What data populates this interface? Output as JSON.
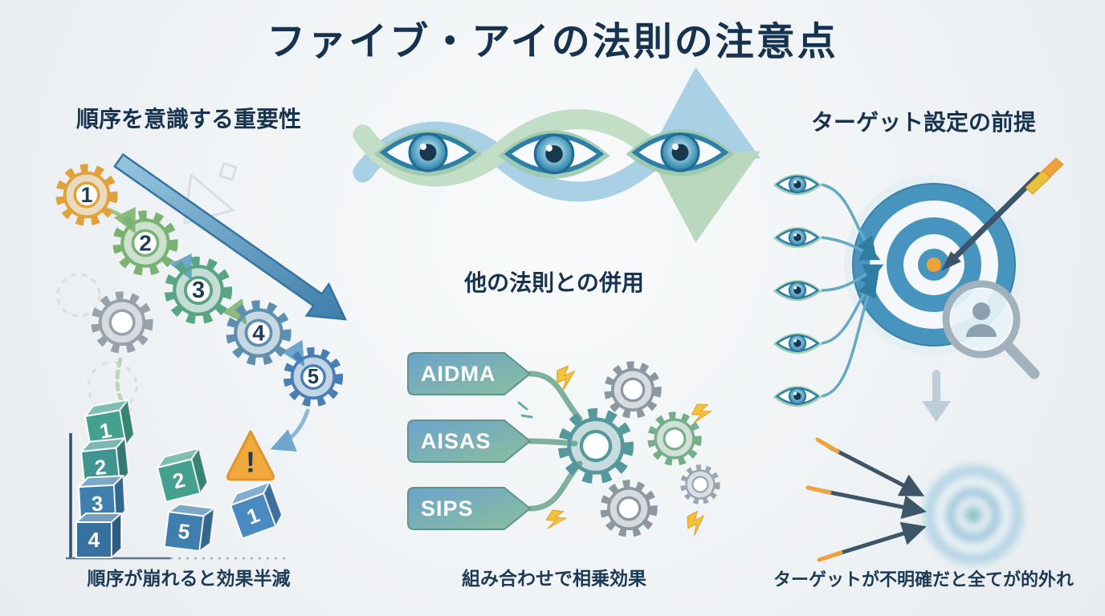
{
  "title": "ファイブ・アイの法則の注意点",
  "left": {
    "heading": "順序を意識する重要性",
    "gear_numbers": [
      "1",
      "2",
      "3",
      "4",
      "5"
    ],
    "block_stack": [
      "1",
      "2",
      "3",
      "4"
    ],
    "fallen_blocks": [
      "2",
      "5",
      "1"
    ],
    "warning_mark": "!",
    "caption": "順序が崩れると効果半減"
  },
  "center": {
    "heading": "他の法則との併用",
    "frameworks": [
      "AIDMA",
      "AISAS",
      "SIPS"
    ],
    "caption": "組み合わせで相乗効果"
  },
  "right": {
    "heading": "ターゲット設定の前提",
    "eye_count": 5,
    "caption": "ターゲットが不明確だと全てが的外れ"
  },
  "icons": {
    "eye-icon": "👁",
    "gear-icon": "⚙",
    "target-icon": "🎯",
    "magnifier-icon": "🔍",
    "warning-icon": "⚠",
    "arrow-icon": "➜",
    "lightning-icon": "⚡",
    "cube-icon": "◼"
  },
  "colors": {
    "background": "#eef1f4",
    "heading_text": "#16324e",
    "caption_text": "#1c3a55",
    "accent_teal": "#3e8fae",
    "accent_green": "#7ab58a",
    "accent_blue": "#4a85b5",
    "accent_orange": "#eda43c",
    "banner_gradient_start": "#6ba3cd",
    "banner_gradient_end": "#8abf9d"
  }
}
